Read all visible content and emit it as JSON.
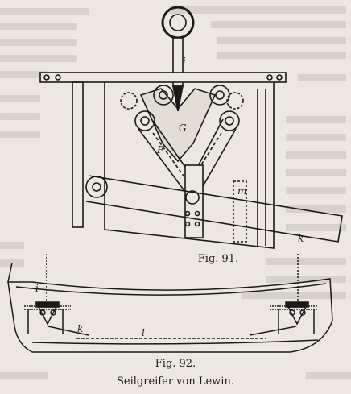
{
  "figure_91": {
    "caption": "Fig. 91.",
    "labels": {
      "i": "i",
      "G": "G",
      "F": "F",
      "m": "m",
      "k": "k"
    }
  },
  "figure_92": {
    "caption": "Fig. 92.",
    "labels": {
      "i": "i",
      "k": "k",
      "l": "l"
    }
  },
  "main_caption": "Seilgreifer von Lewin."
}
